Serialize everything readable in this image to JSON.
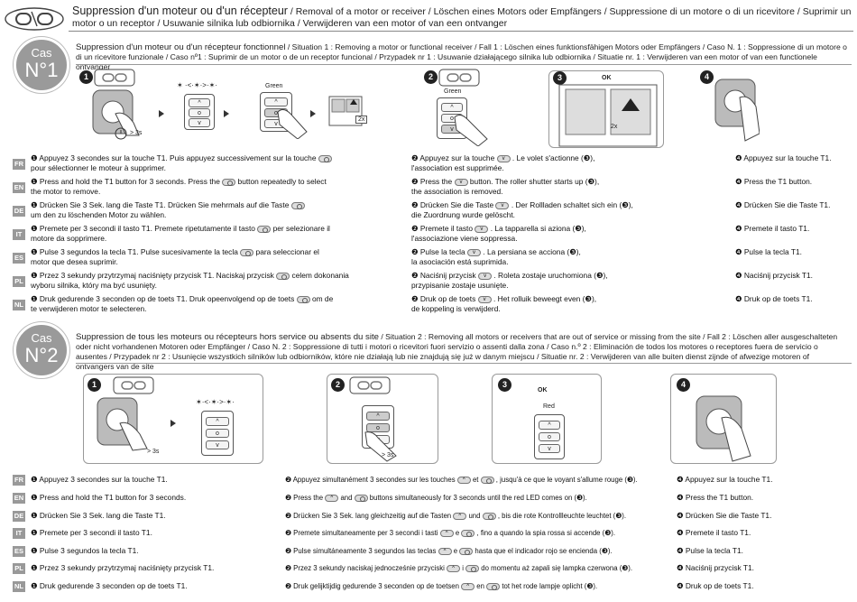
{
  "header": {
    "title": "Suppression d'un moteur ou d'un récepteur",
    "rest": " / Removal of a motor or receiver / Löschen eines Motors oder Empfängers / Suppressione di un motore o di un ricevitore / Suprimir un motor o un receptor / Usuwanie silnika lub odbiornika / Verwijderen van een motor of van een ontvanger"
  },
  "case1": {
    "cas": "Cas",
    "num": "N°1",
    "lead": "Suppression d'un moteur ou d'un récepteur fonctionnel",
    "rest": " / Situation 1 : Removing a motor or functional receiver / Fall 1 : Löschen eines funktionsfähigen Motors oder Empfängers / Caso N. 1 : Soppressione di un motore o di un ricevitore funzionale / Caso nº1 : Suprimir de un motor o de un receptor funcional / Przypadek nr 1 : Usuwanie działającego silnika lub odbiornika / Situatie nr. 1 : Verwijderen van een motor of van een functionele ontvanger",
    "labels": {
      "time": "> 3s",
      "green1": "Green",
      "green2": "Green",
      "x2a": "2x",
      "x2b": "2x",
      "ok": "OK"
    },
    "rows": [
      {
        "lang": "FR",
        "c1a": "❶ Appuyez 3 secondes sur la touche T1. Puis appuyez successivement sur la touche",
        "c1b": "pour sélectionner le moteur à supprimer.",
        "c2a": "❷ Appuyez sur la touche",
        "c2a2": ". Le volet s'actionne (❸),",
        "c2b": "l'association est supprimée.",
        "c3": "❹ Appuyez sur la touche T1."
      },
      {
        "lang": "EN",
        "c1a": "❶ Press and hold the T1 button for 3 seconds. Press the",
        "c1a2": "button repeatedly to select",
        "c1b": "the motor to remove.",
        "c2a": "❷ Press the",
        "c2a2": "button. The roller shutter starts up (❸),",
        "c2b": "the association is removed.",
        "c3": "❹ Press the T1 button."
      },
      {
        "lang": "DE",
        "c1a": "❶ Drücken Sie 3 Sek. lang die Taste T1. Drücken Sie mehrmals auf die Taste",
        "c1b": "um den zu löschenden Motor zu wählen.",
        "c2a": "❷ Drücken Sie die Taste",
        "c2a2": ". Der Rollladen schaltet sich ein (❸),",
        "c2b": "die Zuordnung wurde gelöscht.",
        "c3": "❹ Drücken Sie die Taste T1."
      },
      {
        "lang": "IT",
        "c1a": "❶ Premete per 3 secondi il tasto T1. Premete ripetutamente il tasto",
        "c1a2": "per selezionare il",
        "c1b": "motore da sopprimere.",
        "c2a": "❷ Premete il tasto",
        "c2a2": ". La tapparella si aziona (❸),",
        "c2b": "l'associazione viene soppressa.",
        "c3": "❹ Premete il tasto T1."
      },
      {
        "lang": "ES",
        "c1a": "❶ Pulse 3 segundos la tecla T1. Pulse sucesivamente la tecla",
        "c1a2": "para seleccionar el",
        "c1b": "motor que desea suprimir.",
        "c2a": "❷ Pulse la tecla",
        "c2a2": ". La persiana se acciona (❸),",
        "c2b": "la asociación está suprimida.",
        "c3": "❹ Pulse la tecla T1."
      },
      {
        "lang": "PL",
        "c1a": "❶ Przez 3 sekundy przytrzymaj naciśnięty przycisk T1. Naciskaj przycisk",
        "c1a2": "celem dokonania",
        "c1b": "wyboru silnika, który ma być usunięty.",
        "c2a": "❷ Naciśnij przycisk",
        "c2a2": ". Roleta zostaje uruchomiona (❸),",
        "c2b": "przypisanie zostaje usunięte.",
        "c3": "❹ Naciśnij przycisk T1."
      },
      {
        "lang": "NL",
        "c1a": "❶ Druk gedurende 3 seconden op de toets T1. Druk opeenvolgend op de toets",
        "c1a2": "om de",
        "c1b": "te verwijderen motor te selecteren.",
        "c2a": "❷ Druk op de toets",
        "c2a2": ". Het rolluik beweegt even (❸),",
        "c2b": "de koppeling is verwijderd.",
        "c3": "❹ Druk op de toets T1."
      }
    ]
  },
  "case2": {
    "cas": "Cas",
    "num": "N°2",
    "lead": "Suppression de tous les moteurs ou récepteurs hors service ou absents du site",
    "rest": " / Situation 2 : Removing all motors or receivers that are out of service or missing from the site / Fall 2 : Löschen aller ausgeschalteten oder nicht vorhandenen Motoren oder Empfänger / Caso N. 2 : Soppressione di tutti i motori o ricevitori fuori servizio o assenti dalla zona / Caso n.º 2 : Eliminación de todos los motores o receptores fuera de servicio o ausentes / Przypadek nr 2 : Usunięcie wszystkich silników lub odbiorników, które nie działają lub nie znajdują się już w danym miejscu / Situatie nr. 2 : Verwijderen van alle buiten dienst zijnde of afwezige motoren of ontvangers van de site",
    "labels": {
      "time1": "> 3s",
      "time2": "> 3s",
      "red": "Red",
      "ok": "OK"
    },
    "rows": [
      {
        "lang": "FR",
        "c1": "❶ Appuyez 3 secondes sur la touche T1.",
        "c2a": "❷ Appuyez simultanément 3 secondes sur les touches",
        "c2b": "et",
        "c2c": ", jusqu'à ce que le voyant s'allume rouge (❸).",
        "c3": "❹ Appuyez sur la touche T1."
      },
      {
        "lang": "EN",
        "c1": "❶ Press and hold the T1 button for 3 seconds.",
        "c2a": "❷ Press the",
        "c2b": "and",
        "c2c": "buttons simultaneously for 3 seconds until the red LED comes on (❸).",
        "c3": "❹ Press the T1 button."
      },
      {
        "lang": "DE",
        "c1": "❶ Drücken Sie 3 Sek. lang die Taste T1.",
        "c2a": "❷ Drücken Sie 3 Sek. lang gleichzeitig auf die Tasten",
        "c2b": "und",
        "c2c": ", bis die rote Kontrollleuchte leuchtet (❸).",
        "c3": "❹ Drücken Sie die Taste T1."
      },
      {
        "lang": "IT",
        "c1": "❶ Premete per 3 secondi il tasto T1.",
        "c2a": "❷ Premete simultaneamente per 3 secondi i tasti",
        "c2b": "e",
        "c2c": ", fino a quando la spia rossa si accende (❸).",
        "c3": "❹ Premete il tasto T1."
      },
      {
        "lang": "ES",
        "c1": "❶ Pulse 3 segundos la tecla T1.",
        "c2a": "❷ Pulse simultáneamente 3 segundos las teclas",
        "c2b": "e",
        "c2c": "hasta que el indicador rojo se encienda (❸).",
        "c3": "❹ Pulse la tecla T1."
      },
      {
        "lang": "PL",
        "c1": "❶ Przez 3 sekundy przytrzymaj naciśnięty przycisk T1.",
        "c2a": "❷ Przez 3 sekundy naciskaj jednocześnie przyciski",
        "c2b": "i",
        "c2c": "do momentu aż zapali się lampka czerwona (❸).",
        "c3": "❹ Naciśnij przycisk T1."
      },
      {
        "lang": "NL",
        "c1": "❶ Druk gedurende 3 seconden op de toets T1.",
        "c2a": "❷ Druk gelijktijdig gedurende 3 seconden op de toetsen",
        "c2b": "en",
        "c2c": "tot het rode lampje oplicht (❸).",
        "c3": "❹ Druk op de toets T1."
      }
    ]
  },
  "steps": [
    "1",
    "2",
    "3",
    "4"
  ],
  "colors": {
    "accent": "#9a9a9a",
    "text": "#222222"
  }
}
